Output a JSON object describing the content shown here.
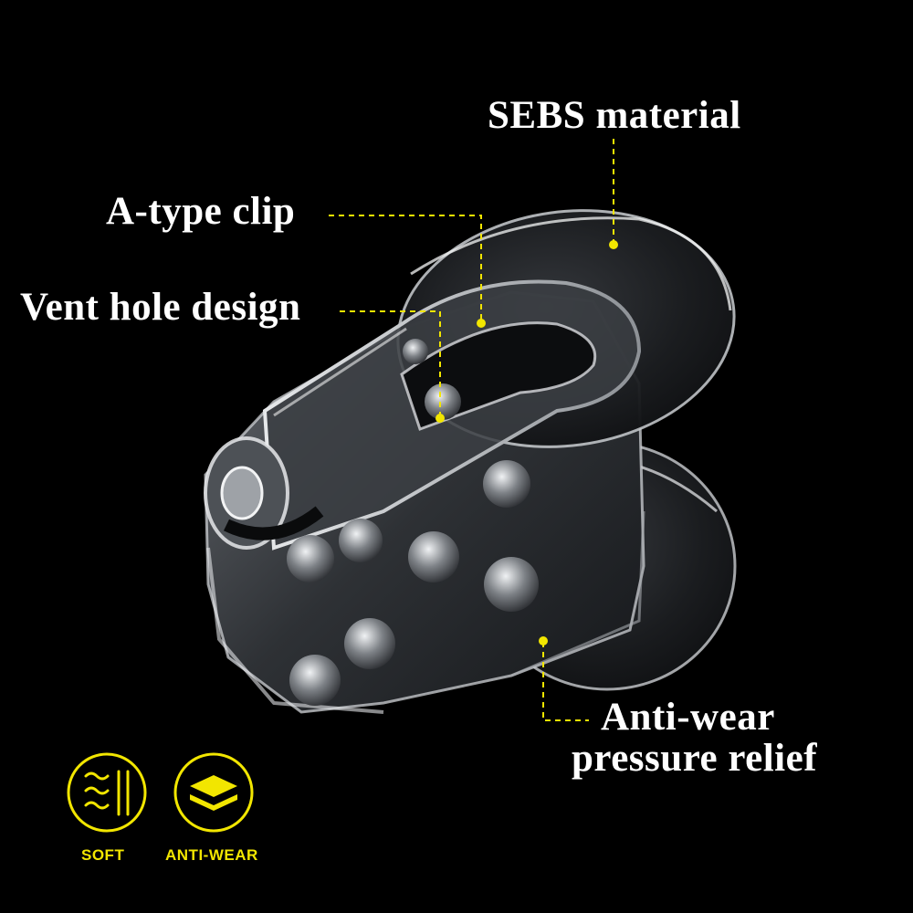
{
  "callouts": {
    "sebs": "SEBS material",
    "clip": "A-type clip",
    "vent": "Vent hole design",
    "wear_line1": "Anti-wear",
    "wear_line2": "pressure relief"
  },
  "badges": {
    "soft": {
      "label": "SOFT",
      "icon": "wavy-lines-icon"
    },
    "anti_wear": {
      "label": "ANTI-WEAR",
      "icon": "layers-icon"
    }
  },
  "colors": {
    "background": "#000000",
    "accent": "#f2e600",
    "text": "#ffffff",
    "product": "#c9ccd0"
  }
}
